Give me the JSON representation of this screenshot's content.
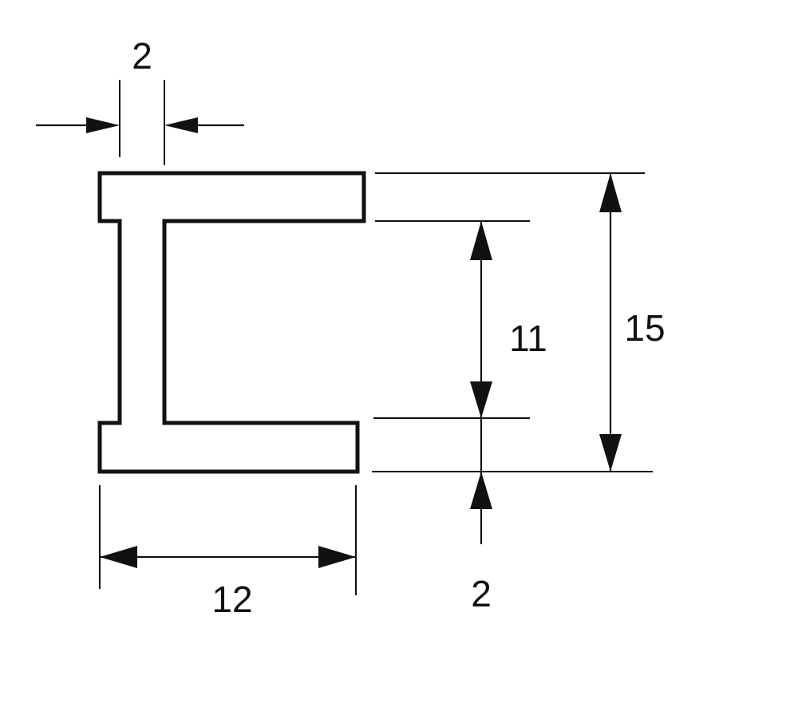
{
  "diagram": {
    "colors": {
      "line": "#111111",
      "background": "#ffffff"
    },
    "dimensions": {
      "web_thickness": "2",
      "inner_height": "11",
      "total_height": "15",
      "flange_width": "12",
      "flange_thickness": "2"
    }
  }
}
